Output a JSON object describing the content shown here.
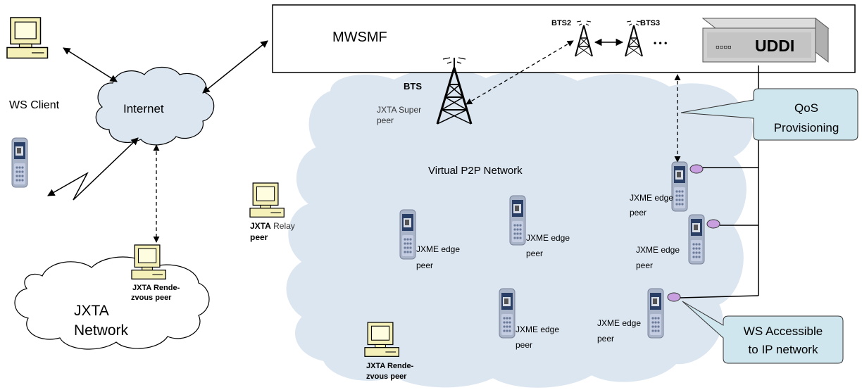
{
  "labels": {
    "mwsmf": "MWSMF",
    "uddi": "UDDI",
    "uddi_dots": "▫▫▫▫",
    "bts": "BTS",
    "bts2": "BTS2",
    "bts3": "BTS3",
    "bts_more": "• • •",
    "jxta_super_1": "JXTA Super",
    "jxta_super_2": "peer",
    "ws_client": "WS Client",
    "internet": "Internet",
    "jxta_network_1": "JXTA",
    "jxta_network_2": "Network",
    "rendezvous_1_a": "JXTA Rende-",
    "rendezvous_1_b": "zvous peer",
    "virtual_p2p": "Virtual P2P Network",
    "relay_bold": "JXTA",
    "relay_rest": " Relay",
    "relay_peer": "peer",
    "edge_a": "JXME edge",
    "edge_b": "peer",
    "rendezvous_2_a": "JXTA Rende-",
    "rendezvous_2_b": "zvous peer",
    "qos_1": "QoS",
    "qos_2": "Provisioning",
    "ws_access_1": "WS Accessible",
    "ws_access_2": "to IP network"
  },
  "colors": {
    "cloud_fill": "#dce6f0",
    "callout_fill": "#cfe6ee",
    "accent_purple": "#c8a0e0"
  },
  "icons": [
    "desktop-computer-icon",
    "mobile-phone-icon",
    "radio-tower-icon",
    "server-box-icon",
    "lightning-link-icon"
  ]
}
